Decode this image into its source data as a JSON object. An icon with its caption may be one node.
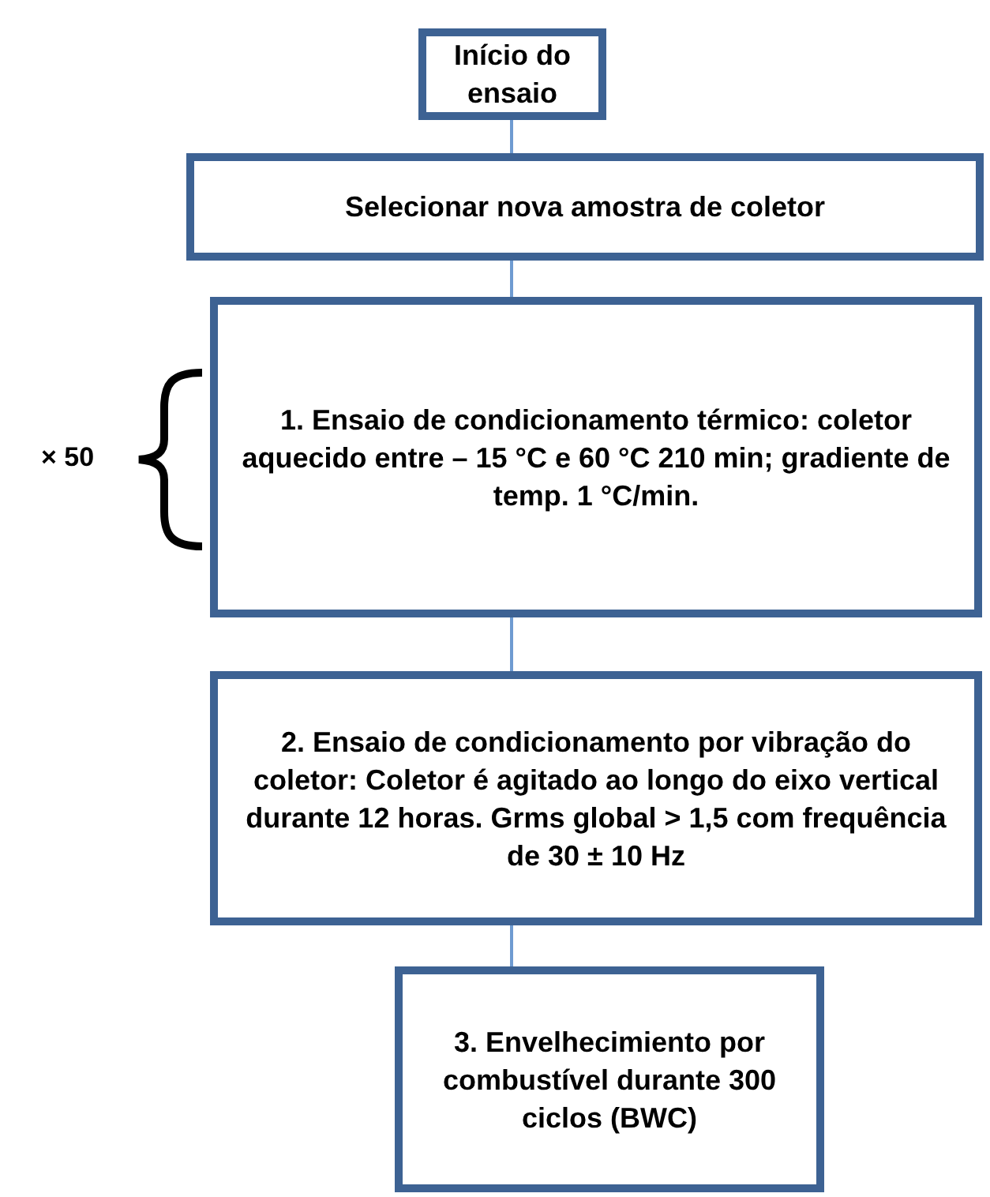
{
  "diagram": {
    "nodes": [
      {
        "text": [
          "Início do ensaio"
        ]
      },
      {
        "text": [
          "Selecionar nova amostra de coletor"
        ]
      },
      {
        "text": [
          "1. Ensaio de condicionamento  térmico: coletor aquecido entre – 15 °C e 60 °C 210 min; gradiente de temp. 1 °C/min."
        ]
      },
      {
        "text": [
          "2. Ensaio de condicionamento por vibração do coletor: Coletor é agitado ao longo do eixo vertical durante 12 horas. Grms global > 1,5 com frequência de 30 ± 10 Hz"
        ]
      },
      {
        "text": [
          "3. Envelhecimiento por combustível durante 300 ciclos (BWC)"
        ]
      }
    ],
    "edges": [
      {
        "from": 0,
        "to": 1,
        "arrow": "none"
      },
      {
        "from": 1,
        "to": 2,
        "arrow": "none"
      },
      {
        "from": 2,
        "to": 3,
        "arrow": "none"
      },
      {
        "from": 3,
        "to": 4,
        "arrow": "none"
      }
    ],
    "labels": [
      "× 50"
    ]
  }
}
